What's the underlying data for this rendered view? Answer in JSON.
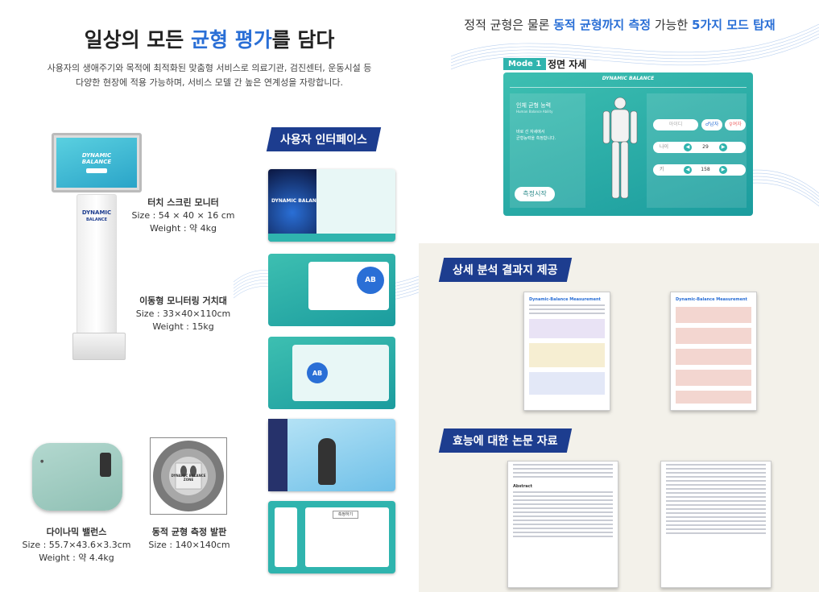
{
  "left": {
    "headline": {
      "part1": "일상의 모든 ",
      "part2": "균형 평가",
      "part3": "를 담다"
    },
    "description_line1": "사용자의 생애주기와 목적에 최적화된 맞춤형 서비스로 의료기관, 검진센터, 운동시설 등",
    "description_line2": "다양한 현장에 적용 가능하며, 서비스 모델 간 높은 연계성을 자랑합니다.",
    "kiosk_logo_line1": "DYNAMIC",
    "kiosk_logo_line2": "BALANCE",
    "monitor": {
      "name": "터치 스크린 모니터",
      "size": "Size : 54 × 40 × 16 cm",
      "weight": "Weight : 약 4kg"
    },
    "stand": {
      "name": "이동형 모니터링 거치대",
      "size": "Size : 33×40×110cm",
      "weight": "Weight : 15kg"
    },
    "balance": {
      "name": "다이나믹 밸런스",
      "size": "Size : 55.7×43.6×3.3cm",
      "weight": "Weight : 약 4.4kg"
    },
    "mat": {
      "name": "동적 균형 측정 발판",
      "size": "Size : 140×140cm",
      "mat_label": "DYNAMIC BALANCE ZONE"
    }
  },
  "middle": {
    "ui_banner": "사용자 인터페이스",
    "screen1_logo": "DYNAMIC BALANCE",
    "screen2_badge": "AB",
    "screen3_badge": "AB",
    "screen5_button": "측정하기"
  },
  "right": {
    "top_headline": {
      "p1": "정적 균형은 물론 ",
      "p2": "동적 균형까지 측정",
      "p3": " 가능한 ",
      "p4": "5가지 모드 탑재"
    },
    "mode_tag": "Mode 1",
    "mode_title": "정면 자세",
    "mode_screen": {
      "logo": "DYNAMIC BALANCE",
      "left_title": "인체 균형 능력",
      "left_subtitle": "Human Balance Ability",
      "left_desc1": "바로 선 자세에서",
      "left_desc2": "균형능력을 측정합니다.",
      "start_button": "측정시작",
      "id_placeholder": "아이디",
      "male": "남자",
      "female": "여자",
      "age_label": "나이",
      "age_value": "29",
      "height_label": "키",
      "height_value": "158"
    },
    "report_banner": "상세 분석 결과지 제공",
    "report_title": "Dynamic-Balance Measurement",
    "paper_banner": "효능에 대한 논문 자료",
    "paper_abstract": "Abstract"
  }
}
